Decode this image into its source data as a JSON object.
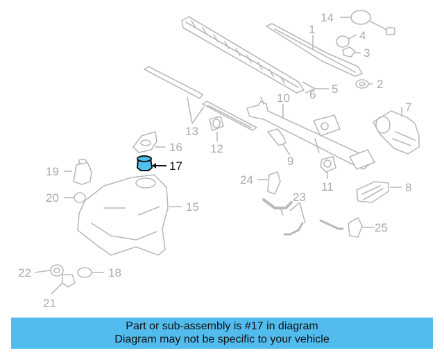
{
  "callouts": [
    "1",
    "2",
    "3",
    "4",
    "5",
    "6",
    "7",
    "8",
    "9",
    "10",
    "11",
    "12",
    "13",
    "14",
    "15",
    "16",
    "17",
    "18",
    "19",
    "20",
    "21",
    "22",
    "23",
    "24",
    "25"
  ],
  "highlighted_part": "17",
  "banner": {
    "line1": "Part or sub-assembly is #17 in diagram",
    "line2": "Diagram may not be specific to your vehicle"
  },
  "colors": {
    "highlight": "#4fc0ee",
    "banner": "#52bcef",
    "line_art": "#b9b9b9",
    "label": "#a9a9a9"
  }
}
